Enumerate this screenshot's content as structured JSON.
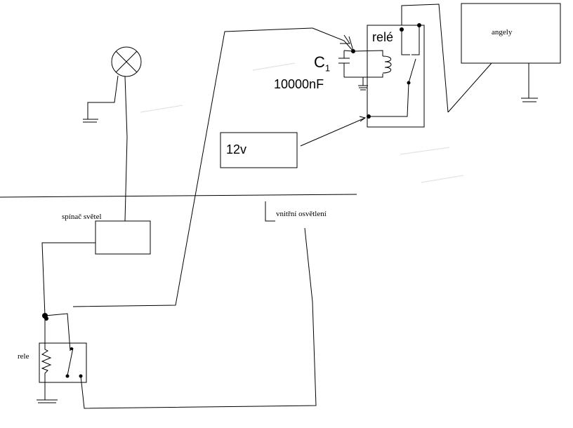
{
  "labels": {
    "spinac": "spínač světel",
    "vnitrni": "vnitřní osvětlení",
    "rele_bottom": "rele",
    "rele_top": "relé",
    "angely": "angely",
    "supply": "12v",
    "cap_name": "C",
    "cap_sub": "1",
    "cap_value": "10000nF"
  },
  "icons": {
    "lamp": "lamp-icon",
    "ground": "ground-icon",
    "coil": "coil-icon",
    "resistor": "resistor-icon",
    "switch": "switch-icon",
    "capacitor": "capacitor-icon"
  },
  "colors": {
    "line": "#000000",
    "shadow": "#dddddd",
    "background": "#ffffff"
  }
}
